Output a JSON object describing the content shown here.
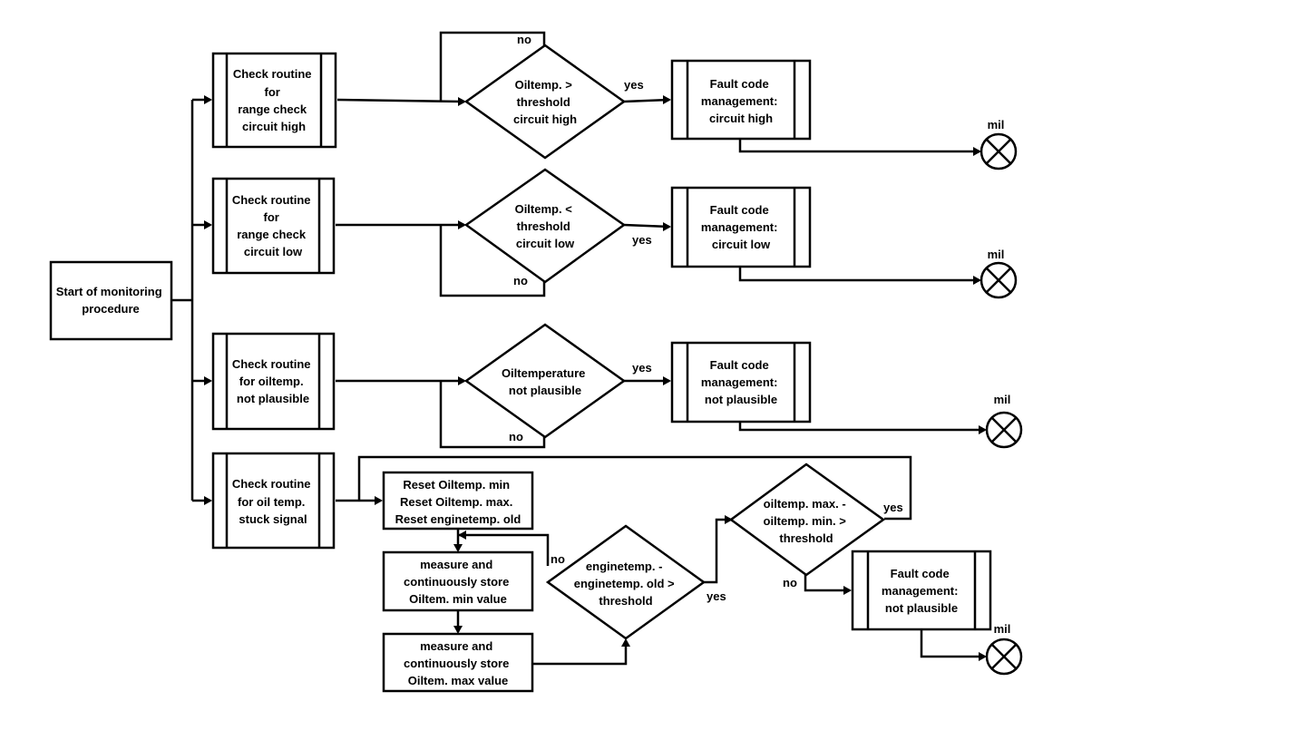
{
  "nodes": {
    "start": [
      "Start of monitoring",
      "procedure"
    ],
    "check_high": [
      "Check routine",
      "for",
      "range check",
      "circuit high"
    ],
    "check_low": [
      "Check routine",
      "for",
      "range check",
      "circuit low"
    ],
    "check_np": [
      "Check routine",
      "for oiltemp.",
      "not plausible"
    ],
    "check_stuck": [
      "Check routine",
      "for oil temp.",
      "stuck signal"
    ],
    "dec_high": [
      "Oiltemp. >",
      "threshold",
      "circuit high"
    ],
    "dec_low": [
      "Oiltemp. <",
      "threshold",
      "circuit low"
    ],
    "dec_np": [
      "Oiltemperature",
      "not plausible"
    ],
    "fault_high": [
      "Fault code",
      "management:",
      "circuit high"
    ],
    "fault_low": [
      "Fault code",
      "management:",
      "circuit low"
    ],
    "fault_np": [
      "Fault code",
      "management:",
      "not plausible"
    ],
    "reset": [
      "Reset Oiltemp. min",
      "Reset Oiltemp. max.",
      "Reset enginetemp. old"
    ],
    "measure_min": [
      "measure and",
      "continuously store",
      "Oiltem. min value"
    ],
    "measure_max": [
      "measure and",
      "continuously store",
      "Oiltem. max value"
    ],
    "dec_engine": [
      "enginetemp. -",
      "enginetemp. old >",
      "threshold"
    ],
    "dec_oil": [
      "oiltemp. max. -",
      "oiltemp. min. >",
      "threshold"
    ],
    "fault_stuck": [
      "Fault code",
      "management:",
      "not plausible"
    ]
  },
  "edge_labels": {
    "yes": "yes",
    "no": "no"
  },
  "lamp_label": "mil"
}
